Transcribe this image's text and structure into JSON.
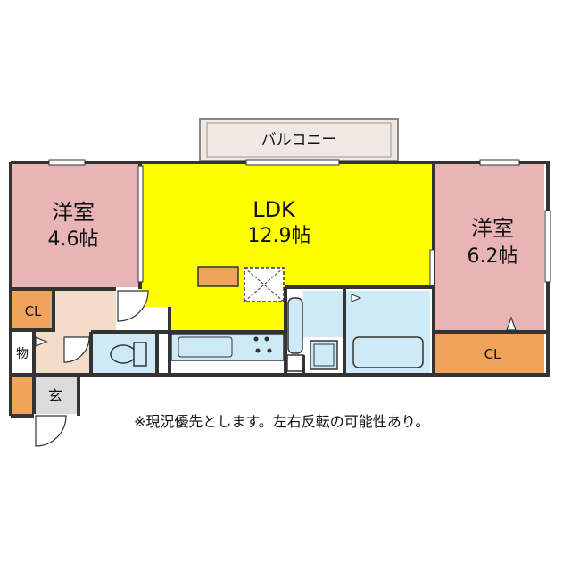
{
  "rooms": {
    "balcony": {
      "label": "バルコニー"
    },
    "ldk": {
      "name": "LDK",
      "size": "12.9帖"
    },
    "west_room": {
      "name": "洋室",
      "size": "4.6帖"
    },
    "east_room": {
      "name": "洋室",
      "size": "6.2帖"
    },
    "closet_west": {
      "label": "CL"
    },
    "closet_east": {
      "label": "CL"
    },
    "storage": {
      "label": "物"
    },
    "entrance": {
      "label": "玄"
    }
  },
  "note": "※現況優先とします。左右反転の可能性あり。",
  "colors": {
    "ldk": "#ffff00",
    "bedroom": "#e8b4b4",
    "closet": "#f0a35a",
    "hall": "#f3dcc8",
    "wet_area": "#cfeaf7",
    "balcony": "#f0e8e3",
    "wall": "#333333"
  }
}
